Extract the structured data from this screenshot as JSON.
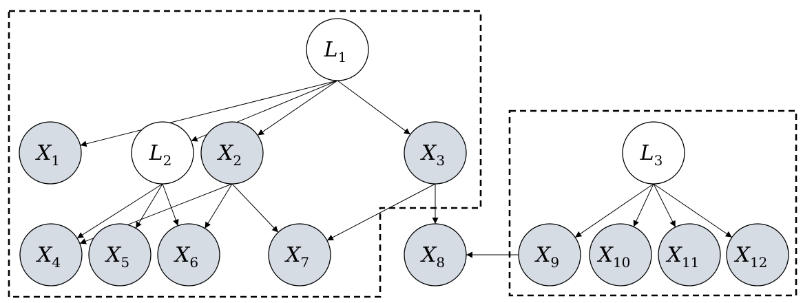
{
  "colors": {
    "observed_fill": "#d6dce4",
    "latent_fill": "#ffffff",
    "stroke": "#000000"
  },
  "nodes": [
    {
      "id": "L1",
      "var": "L",
      "sub": "1",
      "kind": "latent"
    },
    {
      "id": "X1",
      "var": "X",
      "sub": "1",
      "kind": "observed"
    },
    {
      "id": "L2",
      "var": "L",
      "sub": "2",
      "kind": "latent"
    },
    {
      "id": "X2",
      "var": "X",
      "sub": "2",
      "kind": "observed"
    },
    {
      "id": "X3",
      "var": "X",
      "sub": "3",
      "kind": "observed"
    },
    {
      "id": "L3",
      "var": "L",
      "sub": "3",
      "kind": "latent"
    },
    {
      "id": "X4",
      "var": "X",
      "sub": "4",
      "kind": "observed"
    },
    {
      "id": "X5",
      "var": "X",
      "sub": "5",
      "kind": "observed"
    },
    {
      "id": "X6",
      "var": "X",
      "sub": "6",
      "kind": "observed"
    },
    {
      "id": "X7",
      "var": "X",
      "sub": "7",
      "kind": "observed"
    },
    {
      "id": "X8",
      "var": "X",
      "sub": "8",
      "kind": "observed"
    },
    {
      "id": "X9",
      "var": "X",
      "sub": "9",
      "kind": "observed"
    },
    {
      "id": "X10",
      "var": "X",
      "sub": "10",
      "kind": "observed"
    },
    {
      "id": "X11",
      "var": "X",
      "sub": "11",
      "kind": "observed"
    },
    {
      "id": "X12",
      "var": "X",
      "sub": "12",
      "kind": "observed"
    }
  ],
  "edges": [
    {
      "from": "L1",
      "to": "X1"
    },
    {
      "from": "L1",
      "to": "L2"
    },
    {
      "from": "L1",
      "to": "X2"
    },
    {
      "from": "L1",
      "to": "X3"
    },
    {
      "from": "L2",
      "to": "X4"
    },
    {
      "from": "L2",
      "to": "X5"
    },
    {
      "from": "L2",
      "to": "X6"
    },
    {
      "from": "X2",
      "to": "X4"
    },
    {
      "from": "X2",
      "to": "X6"
    },
    {
      "from": "X2",
      "to": "X7"
    },
    {
      "from": "X3",
      "to": "X7"
    },
    {
      "from": "X3",
      "to": "X8"
    },
    {
      "from": "X9",
      "to": "X8"
    },
    {
      "from": "L3",
      "to": "X9"
    },
    {
      "from": "L3",
      "to": "X10"
    },
    {
      "from": "L3",
      "to": "X11"
    },
    {
      "from": "L3",
      "to": "X12"
    }
  ],
  "groups": [
    {
      "id": "cluster-left"
    },
    {
      "id": "cluster-right"
    }
  ]
}
